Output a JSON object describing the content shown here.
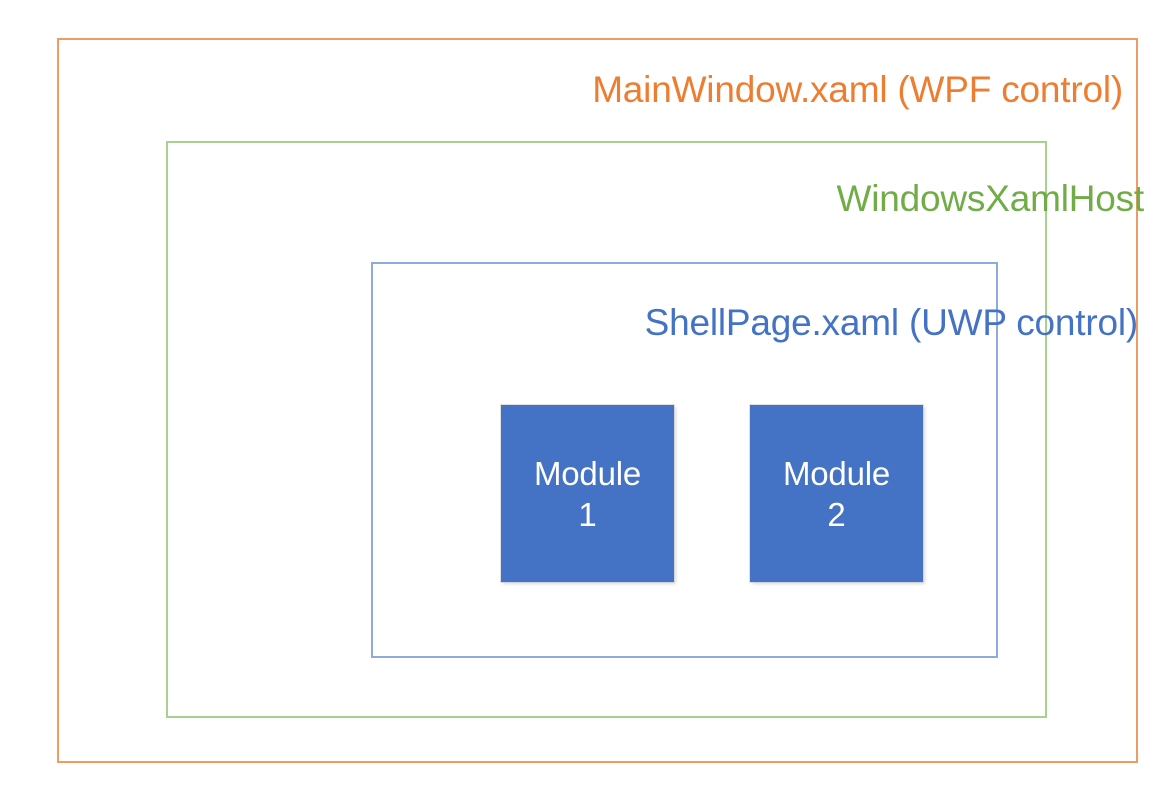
{
  "diagram": {
    "title": "WPF host nesting diagram",
    "background": "#FFFFFF",
    "layers": {
      "outer": {
        "label": "MainWindow.xaml (WPF control)",
        "text_color": "#ED7D31",
        "border_color": "#ED9C64"
      },
      "middle": {
        "label": "WindowsXamlHost",
        "text_color": "#70AD47",
        "border_color": "#A9D18E"
      },
      "inner": {
        "label": "ShellPage.xaml (UWP control)",
        "text_color": "#4472C4",
        "border_color": "#8FAADC"
      }
    },
    "modules": [
      {
        "label": "Module\n1",
        "fill_color": "#4472C4",
        "text_color": "#FFFFFF"
      },
      {
        "label": "Module\n2",
        "fill_color": "#4472C4",
        "text_color": "#FFFFFF"
      }
    ]
  }
}
